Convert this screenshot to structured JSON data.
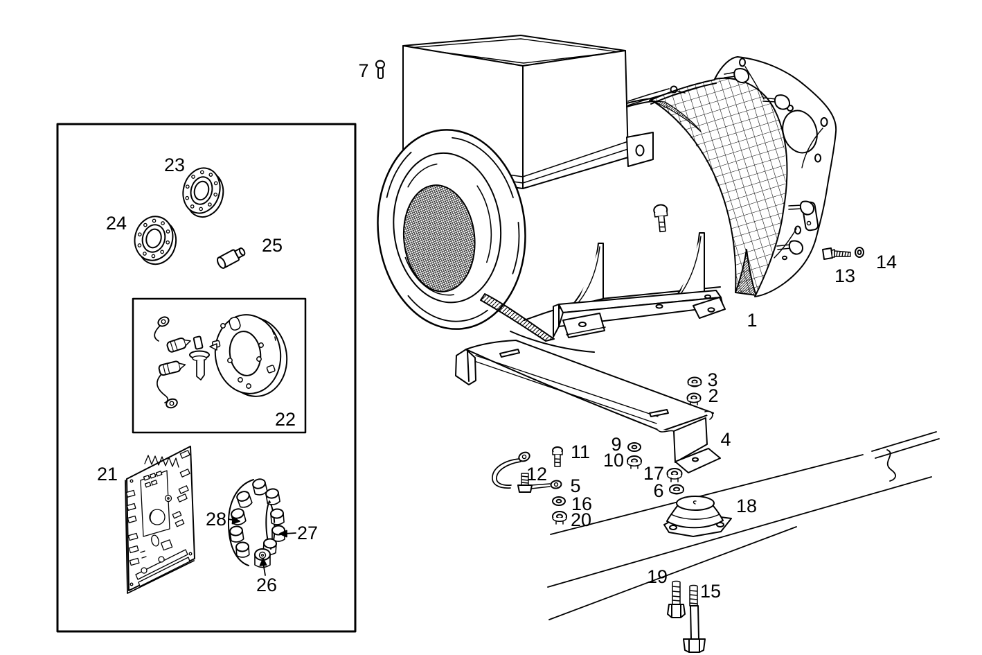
{
  "figure": {
    "type": "exploded-parts-line-diagram",
    "subject": "alternator-generator-assembly",
    "background_color": "#ffffff",
    "line_color": "#000000",
    "label_color": "#000000"
  },
  "callouts": {
    "n1": "1",
    "n2": "2",
    "n3": "3",
    "n4": "4",
    "n5": "5",
    "n6": "6",
    "n7": "7",
    "n9": "9",
    "n10": "10",
    "n11": "11",
    "n12": "12",
    "n13": "13",
    "n14": "14",
    "n15": "15",
    "n16": "16",
    "n17": "17",
    "n18": "18",
    "n19": "19",
    "n20": "20",
    "n21": "21",
    "n22": "22",
    "n23": "23",
    "n24": "24",
    "n25": "25",
    "n26": "26",
    "n27": "27",
    "n28": "28"
  }
}
